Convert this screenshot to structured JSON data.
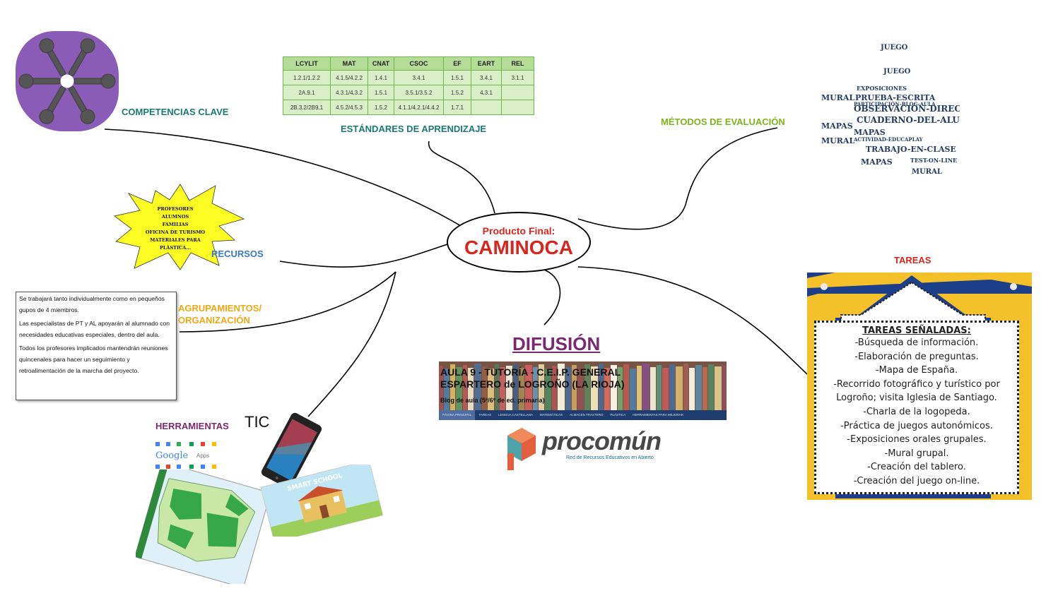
{
  "center": {
    "subtitle": "Producto Final:",
    "title": "CAMINOCA"
  },
  "branches": {
    "competencias": "COMPETENCIAS CLAVE",
    "estandares": "ESTÁNDARES DE APRENDIZAJE",
    "metodos": "MÉTODOS DE EVALUACIÓN",
    "recursos": "RECURSOS",
    "agrupamientos_line1": "AGRUPAMIENTOS/",
    "agrupamientos_line2": "ORGANIZACIÓN",
    "tareas": "TAREAS",
    "difusion": "DIFUSIÓN",
    "herramientas": "HERRAMIENTAS",
    "tic": "TIC"
  },
  "standards_table": {
    "headers": [
      "LCYLIT",
      "MAT",
      "CNAT",
      "CSOC",
      "EF",
      "EART",
      "REL"
    ],
    "rows": [
      [
        "1.2.1/1.2.2",
        "4.1.5/4.2.2",
        "1.4.1",
        "3.4.1",
        "1.5.1",
        "3.4.1",
        "3.1.1"
      ],
      [
        "2A.9.1",
        "4.3.1/4.3.2",
        "1.5.1",
        "3.5.1/3.5.2",
        "1.5.2",
        "4.3.1",
        ""
      ],
      [
        "2B.3.2/2B9.1",
        "4.5.2/4.5.3",
        "1.5.2",
        "4.1.1/4.2.1/4.4.2",
        "1.7.1",
        "",
        ""
      ]
    ]
  },
  "recursos_burst": [
    "PROFESORES",
    "ALUMNOS",
    "FAMILIAS",
    "OFICINA DE TURISMO",
    "MATERIALES PARA",
    "PLÁSTICA..."
  ],
  "note": [
    "Se trabajará tanto individualmente como en pequeños gupos de 4 miembros.",
    "Las especialistas de PT y AL apoyarán al alumnado con necesidades educativas especiales, dentro del aula.",
    "Todos los profesores implicados mantendrán reuniones quincenales para hacer un seguimiento y retroalimentación de la marcha del proyecto."
  ],
  "tareas_card": {
    "title": "TAREAS SEÑALADAS:",
    "items": [
      "-Búsqueda de información.",
      "-Elaboración de preguntas.",
      "-Mapa de España.",
      "-Recorrido fotográfico y turístico por",
      "Logroño; visita Iglesia de Santiago.",
      "-Charla de la logopeda.",
      "-Práctica de juegos autonómicos.",
      "-Exposiciones orales grupales.",
      "-Mural grupal.",
      "-Creación del tablero.",
      "-Creación del juego on-line."
    ]
  },
  "word_cloud": {
    "words": [
      "JUEGO",
      "MURAL",
      "PRUEBA-ESCRITA",
      "OBSERVACIÓN-DIRECTA",
      "CUADERNO-DEL-ALUMNO",
      "MAPAS",
      "TRABAJO-EN-CLASE",
      "EXPOSICIONES",
      "PARTICIPACIÓN-BLOG-AULA",
      "ACTIVIDAD-EDUCAPLAY",
      "TEST-ON-LINE"
    ]
  },
  "blog": {
    "title_line1": "AULA 9 - TUTORÍA - C.E.I.P. GENERAL",
    "title_line2": "ESPARTERO de LOGROÑO (LA RIOJA)",
    "subtitle": "Blog de aula (5º/6º de ed. primaria)",
    "nav": [
      "PÁGINA PRINCIPAL",
      "TAREAS",
      "LENGUA CASTELLANA",
      "MATEMÁTICAS",
      "ALMACÉN TRASTERO",
      "PLÁSTICA",
      "HERRAMIENTAS PARA MEJORAR"
    ]
  },
  "procomun": {
    "name": "procomún",
    "tagline": "Red de Recursos Educativos en Abierto"
  },
  "tools": {
    "google_label": "Google",
    "apps_label": "Apps",
    "school_label": "SMART SCHOOL"
  },
  "colors": {
    "center_text": "#d9261c",
    "line": "#000000",
    "teal": "#1a7a72",
    "purple": "#7b2872"
  }
}
